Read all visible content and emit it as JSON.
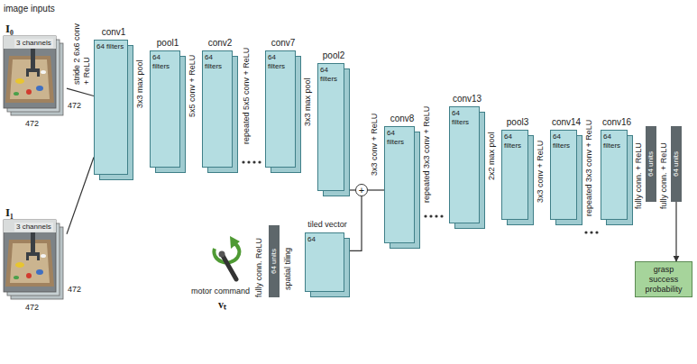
{
  "diagram": {
    "nodes": [
      {
        "text": [
          "I₀",
          "3 channels"
        ]
      },
      {
        "text": [
          "I₁",
          "3 channels"
        ]
      },
      {
        "text": [
          "conv1",
          "64 filters"
        ]
      },
      {
        "text": [
          "pool1",
          "64 filters"
        ]
      },
      {
        "text": [
          "conv2",
          "64 filters"
        ]
      },
      {
        "text": [
          "conv7",
          "64 filters"
        ]
      },
      {
        "text": [
          "pool2",
          "64 filters"
        ]
      },
      {
        "text": [
          "+"
        ]
      },
      {
        "text": [
          "conv8",
          "64 filters"
        ]
      },
      {
        "text": [
          "conv13",
          "64 filters"
        ]
      },
      {
        "text": [
          "pool3",
          "64 filters"
        ]
      },
      {
        "text": [
          "conv14",
          "64 filters"
        ]
      },
      {
        "text": [
          "conv16",
          "64 filters"
        ]
      },
      {
        "text": [
          "64 units"
        ]
      },
      {
        "text": [
          "64 units"
        ]
      },
      {
        "text": [
          "grasp success probability"
        ]
      },
      {
        "text": [
          "64 units"
        ]
      },
      {
        "text": [
          "tiled vector",
          "64"
        ]
      }
    ],
    "edges": [
      {
        "from": 0,
        "to": 2,
        "arrow": "none"
      },
      {
        "from": 1,
        "to": 2,
        "arrow": "none"
      },
      {
        "from": 6,
        "to": 7,
        "arrow": "none"
      },
      {
        "from": 17,
        "to": 7,
        "arrow": "none"
      },
      {
        "from": 7,
        "to": 8,
        "arrow": "none"
      },
      {
        "from": 14,
        "to": 15,
        "arrow": "to"
      }
    ],
    "labels": [
      "image inputs",
      "472",
      "472",
      "472",
      "472",
      "stride 2 6x6 conv + ReLU",
      "3x3 max pool",
      "5x5 conv + ReLU",
      "repeated 5x5 conv + ReLU",
      "3x3 max pool",
      "motor command",
      "vₜ",
      "fully conn. ReLU",
      "spatial tiling",
      "3x3 conv + ReLU",
      "repeated 3x3 conv + ReLU",
      "2x2 max pool",
      "3x3 conv + ReLU",
      "repeated 3x3 conv + ReLU",
      "fully conn. + ReLU",
      "fully conn. + ReLU"
    ]
  }
}
